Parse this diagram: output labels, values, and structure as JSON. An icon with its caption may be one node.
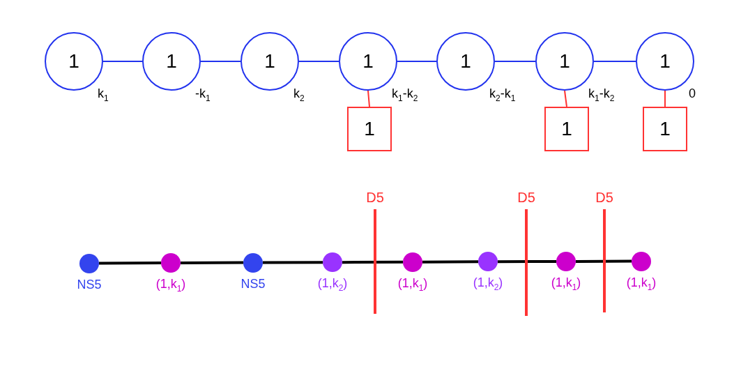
{
  "diagram": {
    "nodes": [
      {
        "text": [
          "1"
        ],
        "beside": [
          "k$_{1}$"
        ]
      },
      {
        "text": [
          "1"
        ],
        "beside": [
          "-k$_{1}$"
        ]
      },
      {
        "text": [
          "1"
        ],
        "beside": [
          "k$_{2}$"
        ]
      },
      {
        "text": [
          "1"
        ],
        "beside": [
          "k$_{1}$-k$_{2}$"
        ]
      },
      {
        "text": [
          "1"
        ],
        "beside": [
          "k$_{2}$-k$_{1}$"
        ]
      },
      {
        "text": [
          "1"
        ],
        "beside": [
          "k$_{1}$-k$_{2}$"
        ]
      },
      {
        "text": [
          "1"
        ],
        "beside": [
          "0"
        ]
      },
      {
        "text": [
          "1"
        ]
      },
      {
        "text": [
          "1"
        ]
      },
      {
        "text": [
          "1"
        ]
      },
      {
        "text": [],
        "shape": "circle",
        "beside": [
          "NS5"
        ]
      },
      {
        "text": [],
        "shape": "circle",
        "beside": [
          "(1,k$_{1}$)"
        ]
      },
      {
        "text": [],
        "shape": "circle",
        "beside": [
          "NS5"
        ]
      },
      {
        "text": [],
        "shape": "circle",
        "beside": [
          "(1,k$_{2}$)"
        ]
      },
      {
        "text": [],
        "shape": "circle",
        "beside": [
          "(1,k$_{1}$)"
        ]
      },
      {
        "text": [],
        "shape": "circle",
        "beside": [
          "(1,k$_{2}$)"
        ]
      },
      {
        "text": [],
        "shape": "circle",
        "beside": [
          "(1,k$_{1}$)"
        ]
      },
      {
        "text": [],
        "shape": "circle",
        "beside": [
          "(1,k$_{1}$)"
        ]
      },
      {
        "text": [
          "D5"
        ]
      },
      {
        "text": [
          "D5"
        ]
      },
      {
        "text": [
          "D5"
        ]
      }
    ],
    "edges": [
      {
        "from": 0,
        "to": 1,
        "arrow": "none",
        "color": "#2233ee"
      },
      {
        "from": 1,
        "to": 2,
        "arrow": "none",
        "color": "#2233ee"
      },
      {
        "from": 2,
        "to": 3,
        "arrow": "none",
        "color": "#2233ee"
      },
      {
        "from": 3,
        "to": 4,
        "arrow": "none",
        "color": "#2233ee"
      },
      {
        "from": 4,
        "to": 5,
        "arrow": "none",
        "color": "#2233ee"
      },
      {
        "from": 5,
        "to": 6,
        "arrow": "none",
        "color": "#2233ee"
      },
      {
        "from": 3,
        "to": 7,
        "arrow": "none",
        "color": "#ff3333"
      },
      {
        "from": 5,
        "to": 8,
        "arrow": "none",
        "color": "#ff3333"
      },
      {
        "from": 6,
        "to": 9,
        "arrow": "none",
        "color": "#ff3333"
      },
      {
        "from": 10,
        "to": 11,
        "arrow": "none",
        "style": "thick"
      },
      {
        "from": 11,
        "to": 12,
        "arrow": "none",
        "style": "thick"
      },
      {
        "from": 12,
        "to": 13,
        "arrow": "none",
        "style": "thick"
      },
      {
        "from": 13,
        "to": 14,
        "arrow": "none",
        "style": "thick"
      },
      {
        "from": 14,
        "to": 15,
        "arrow": "none",
        "style": "thick"
      },
      {
        "from": 15,
        "to": 16,
        "arrow": "none",
        "style": "thick"
      },
      {
        "from": 16,
        "to": 17,
        "arrow": "none",
        "style": "thick"
      }
    ]
  }
}
